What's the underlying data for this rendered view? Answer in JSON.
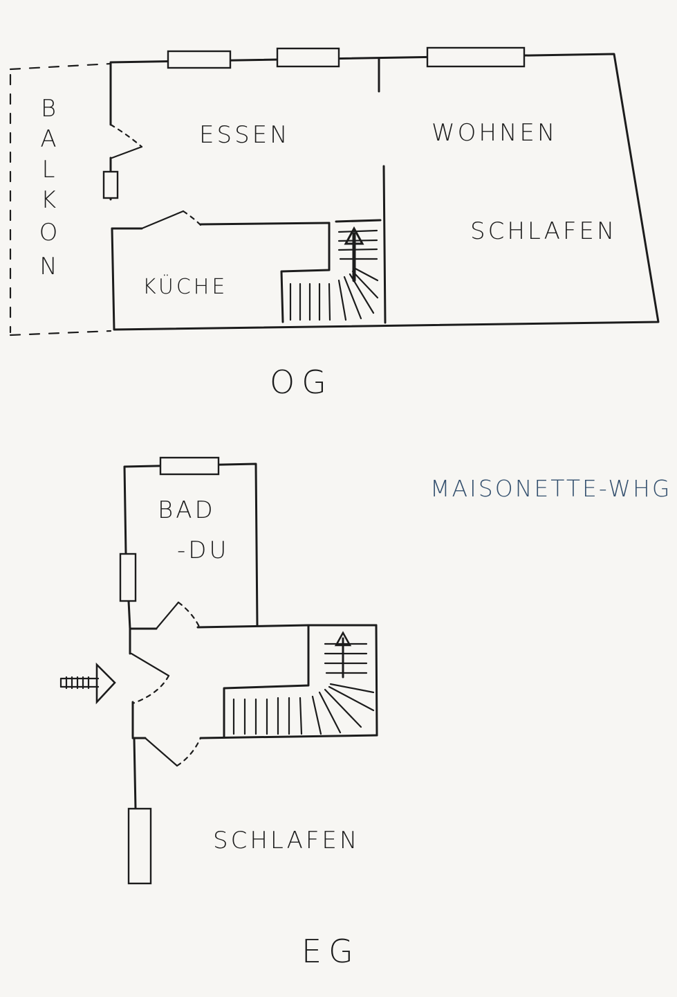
{
  "og": {
    "balcony_letters": [
      "B",
      "A",
      "L",
      "K",
      "O",
      "N"
    ],
    "rooms": {
      "essen": "ESSEN",
      "wohnen": "WOHNEN",
      "schlafen": "SCHLAFEN",
      "kueche": "KÜCHE"
    },
    "floor_label": "OG"
  },
  "eg": {
    "rooms": {
      "bad": "BAD",
      "du": "-DU",
      "schlafen": "SCHLAFEN"
    },
    "floor_label": "EG"
  },
  "title": "MAISONETTE-WHG"
}
